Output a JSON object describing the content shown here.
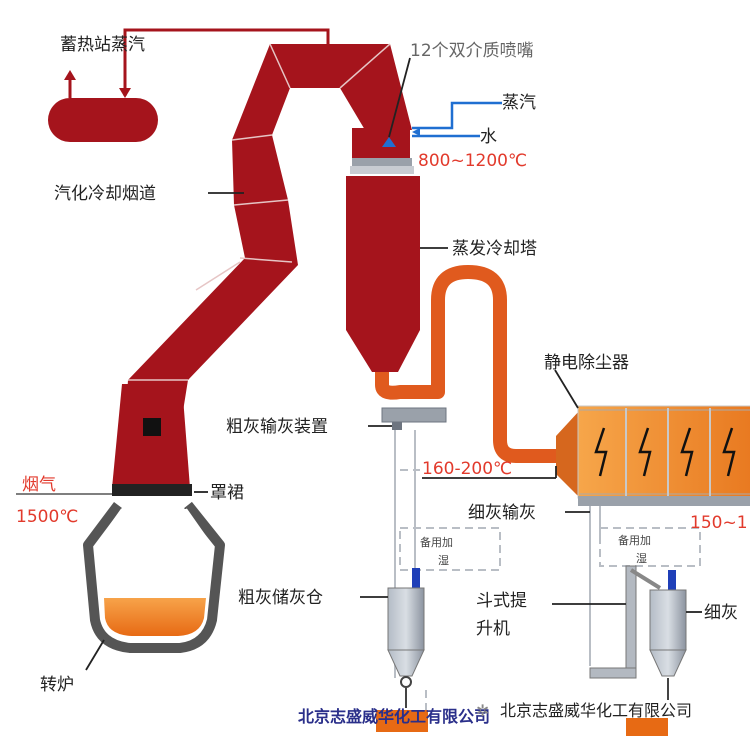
{
  "labels": {
    "storage_steam": "蓄热站蒸汽",
    "nozzles": "12个双介质喷嘴",
    "steam": "蒸汽",
    "water": "水",
    "temp_inlet": "800~1200℃",
    "flue": "汽化冷却烟道",
    "tower": "蒸发冷却塔",
    "esp": "静电除尘器",
    "coarse_conveyor": "粗灰输灰装置",
    "temp_esp": "160-200℃",
    "fine_conveyor": "细灰输灰",
    "temp_out": "150~1",
    "flue_gas": "烟气",
    "temp_gas": "1500℃",
    "skirt": "罩裙",
    "backup_left": "备用加",
    "backup_left2": "湿",
    "backup_right": "备用加",
    "backup_right2": "湿",
    "coarse_silo": "粗灰储灰仓",
    "elevator1": "斗式提",
    "elevator2": "升机",
    "fine_silo": "细灰",
    "converter": "转炉",
    "watermark_left": "北京志盛威华化工有限公司",
    "watermark_right": "北京志盛威华化工有限公司"
  },
  "colors": {
    "duct": "#a5141c",
    "duct_light": "#c21f27",
    "orange_pipe": "#e05a1e",
    "esp_body": "#f08a30",
    "steel": "#8e96a3",
    "blue": "#1f6fd1",
    "gas_line": "#555555"
  }
}
